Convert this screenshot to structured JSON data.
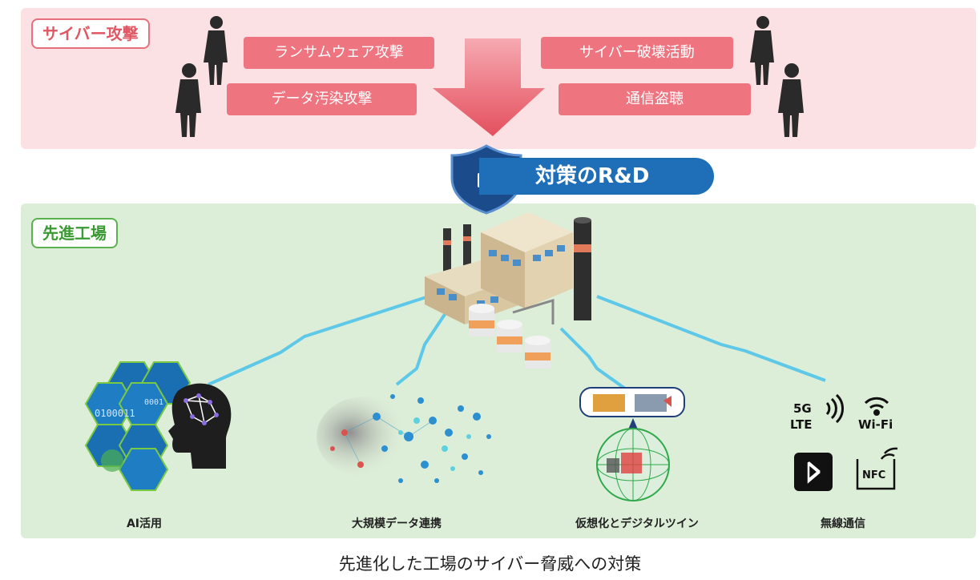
{
  "attack": {
    "tag": "サイバー攻撃",
    "items": [
      "ランサムウェア攻撃",
      "データ汚染攻撃",
      "サイバー破壊活動",
      "通信盗聴"
    ]
  },
  "rd": {
    "label": "対策のR&D"
  },
  "factory": {
    "tag": "先進工場",
    "captions": [
      "AI活用",
      "大規模データ連携",
      "仮想化とデジタルツイン",
      "無線通信"
    ]
  },
  "wireless": {
    "fiveg": "5G",
    "lte": "LTE",
    "wifi": "Wi-Fi",
    "nfc": "NFC"
  },
  "footer": {
    "title": "先進化した工場のサイバー脅威への対策"
  },
  "colors": {
    "attack_bg": "#fbe1e3",
    "attack_accent": "#ee7480",
    "factory_bg": "#ddeed8",
    "factory_accent": "#5bb14f",
    "rd_blue": "#1f6fb8"
  }
}
